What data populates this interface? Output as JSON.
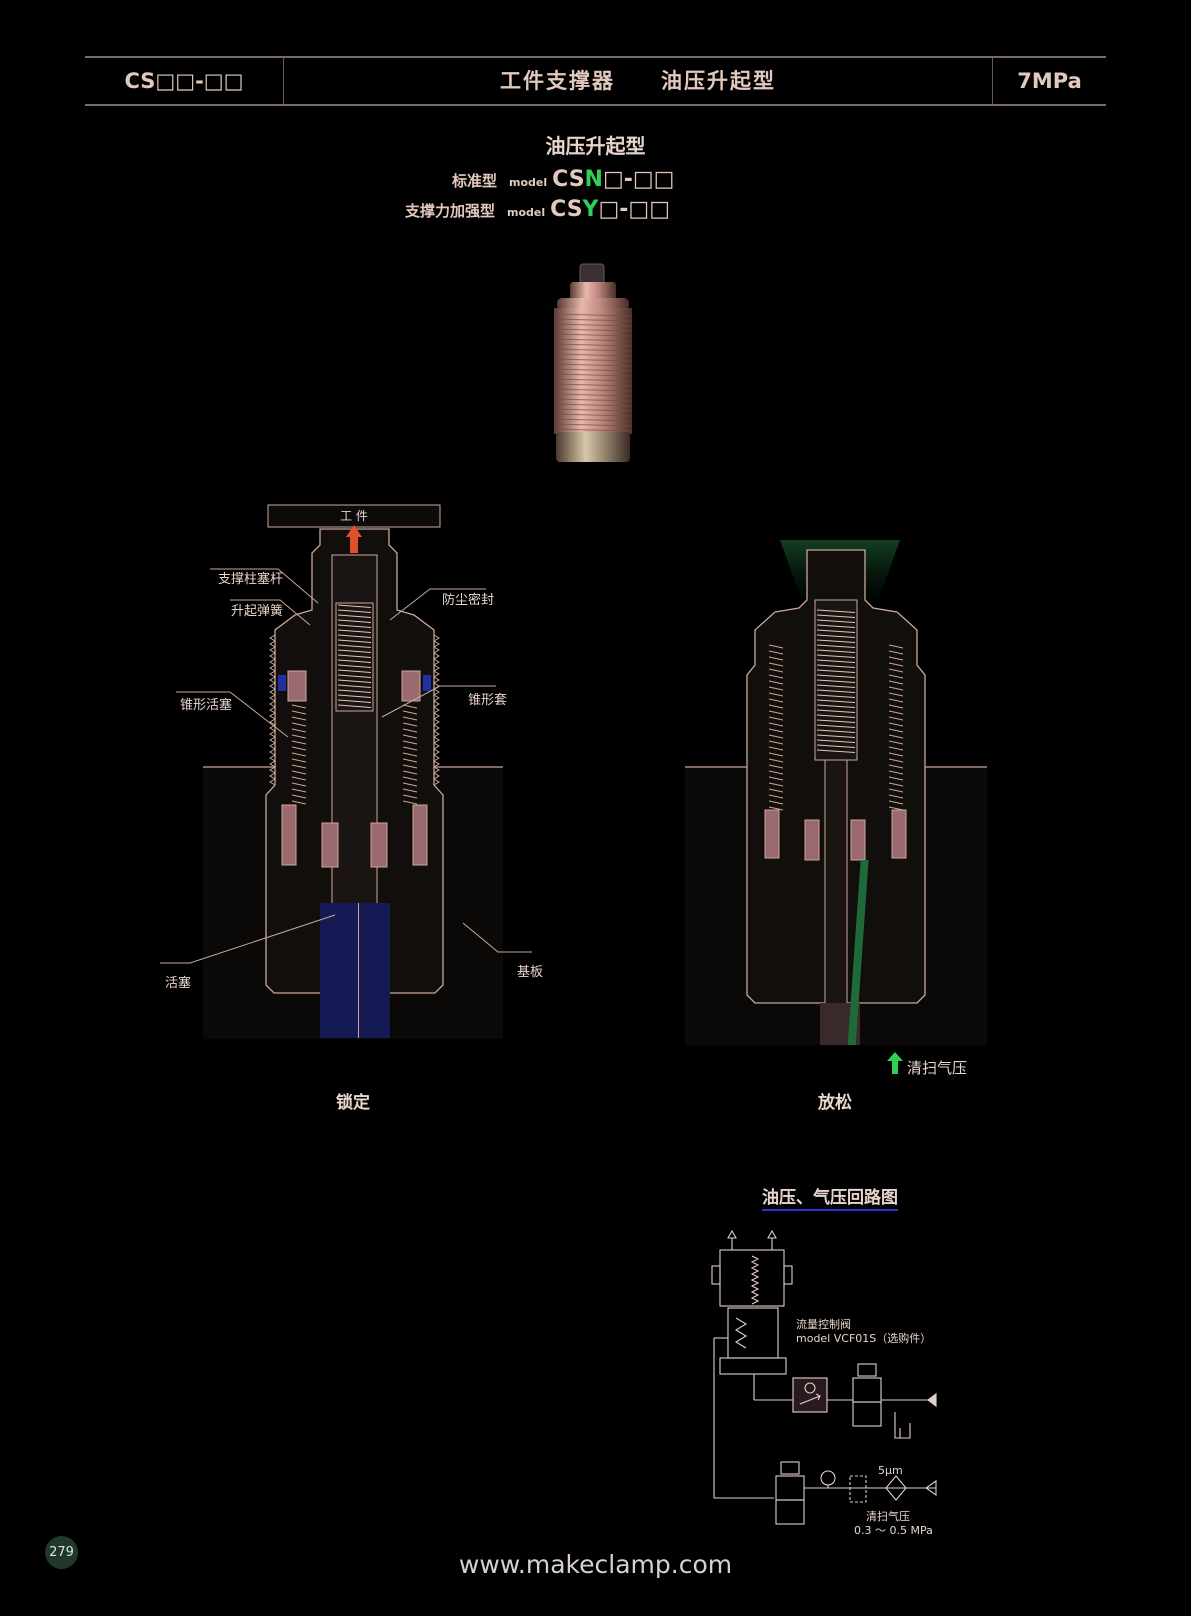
{
  "header": {
    "model": "CS□□-□□",
    "title": "工件支撑器　　油压升起型",
    "pressure": "7MPa"
  },
  "main_title": "油压升起型",
  "models": [
    {
      "label": "标准型",
      "model_word": "model",
      "code_prefix": "CS",
      "code_letter": "N",
      "code_suffix": "□-□□"
    },
    {
      "label": "支撑力加强型",
      "model_word": "model",
      "code_prefix": "CS",
      "code_letter": "Y",
      "code_suffix": "□-□□"
    }
  ],
  "diagram_labels": {
    "workpiece": "工 件",
    "rod": "支撑柱塞杆",
    "spring": "升起弹簧",
    "cone_piston": "锥形活塞",
    "dust_seal": "防尘密封",
    "cone_sleeve": "锥形套",
    "piston": "活塞",
    "base_plate": "基板"
  },
  "captions": {
    "locked": "锁定",
    "released": "放松",
    "purge_air": "清扫气压"
  },
  "circuit": {
    "title": "油压、气压回路图",
    "valve_name": "流量控制阀",
    "valve_model": "model VCF01S（选购件）",
    "filter": "5μm",
    "purge_label": "清扫气压",
    "purge_range": "0.3 ～ 0.5 MPa"
  },
  "page_number": "279",
  "website": "www.makeclamp.com",
  "colors": {
    "accent_green": "#2fcf5a",
    "arrow_red": "#e0502a",
    "body_line": "#c9a898"
  }
}
